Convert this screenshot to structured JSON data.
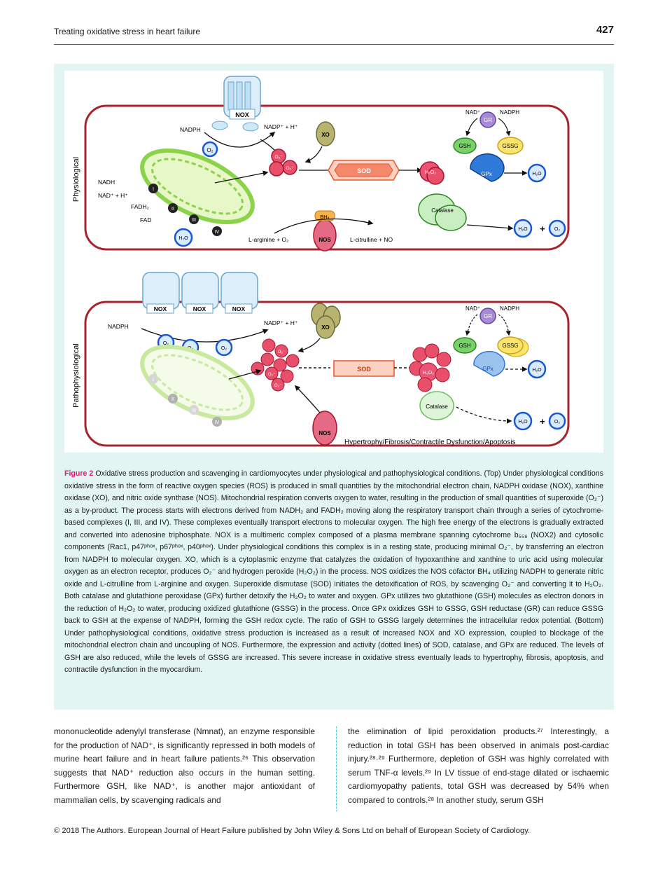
{
  "header": {
    "running_title": "Treating oxidative stress in heart failure",
    "page_number": "427"
  },
  "figure": {
    "top": {
      "side_label": "Physiological",
      "nox": "NOX",
      "nadph_left": "NADPH",
      "nadp_h": "NADP⁺ + H⁺",
      "o2": "O₂",
      "o2_minus": "O₂⁻",
      "xo": "XO",
      "sod": "SOD",
      "h2o2": "H₂O₂",
      "nadh": "NADH",
      "nad_h": "NAD⁺ + H⁺",
      "fadh2": "FADH₂",
      "fad": "FAD",
      "h2o": "H₂O",
      "complexes": [
        "I",
        "II",
        "III",
        "IV"
      ],
      "bh4": "BH₄",
      "nos": "NOS",
      "l_arginine": "L-arginine + O₂",
      "l_citrulline": "L-citrulline + NO",
      "nad_plus": "NAD⁺",
      "nadph_right": "NADPH",
      "gr": "GR",
      "gsh": "GSH",
      "gssg": "GSSG",
      "gpx": "GPx",
      "catalase": "Catalase",
      "plus": "+"
    },
    "bottom": {
      "side_label": "Pathophysiological",
      "nox": "NOX",
      "nadph_left": "NADPH",
      "nadp_h": "NADP⁺ + H⁺",
      "xo": "XO",
      "sod": "SOD",
      "h2o2": "H₂O₂",
      "nos": "NOS",
      "nad_plus": "NAD⁺",
      "nadph_right": "NADPH",
      "gr": "GR",
      "gsh": "GSH",
      "gssg": "GSSG",
      "gpx": "GPx",
      "catalase": "Catalase",
      "h2o": "H₂O",
      "o2": "O₂",
      "outcome": "Hypertrophy/Fibrosis/Contractile Dysfunction/Apoptosis"
    }
  },
  "caption": {
    "label": "Figure 2",
    "text": "Oxidative stress production and scavenging in cardiomyocytes under physiological and pathophysiological conditions. (Top) Under physiological conditions oxidative stress in the form of reactive oxygen species (ROS) is produced in small quantities by the mitochondrial electron chain, NADPH oxidase (NOX), xanthine oxidase (XO), and nitric oxide synthase (NOS). Mitochondrial respiration converts oxygen to water, resulting in the production of small quantities of superoxide (O₂⁻) as a by-product. The process starts with electrons derived from NADH₂ and FADH₂ moving along the respiratory transport chain through a series of cytochrome-based complexes (I, III, and IV). These complexes eventually transport electrons to molecular oxygen. The high free energy of the electrons is gradually extracted and converted into adenosine triphosphate. NOX is a multimeric complex composed of a plasma membrane spanning cytochrome b₅₅₈ (NOX2) and cytosolic components (Rac1, p47ᵖʰᵒˣ, p67ᵖʰᵒˣ, p40ᵖʰᵒˣ). Under physiological conditions this complex is in a resting state, producing minimal O₂⁻, by transferring an electron from NADPH to molecular oxygen. XO, which is a cytoplasmic enzyme that catalyzes the oxidation of hypoxanthine and xanthine to uric acid using molecular oxygen as an electron receptor, produces O₂⁻ and hydrogen peroxide (H₂O₂) in the process. NOS oxidizes the NOS cofactor BH₄ utilizing NADPH to generate nitric oxide and L-citrulline from L-arginine and oxygen. Superoxide dismutase (SOD) initiates the detoxification of ROS, by scavenging O₂⁻ and converting it to H₂O₂. Both catalase and glutathione peroxidase (GPx) further detoxify the H₂O₂ to water and oxygen. GPx utilizes two glutathione (GSH) molecules as electron donors in the reduction of H₂O₂ to water, producing oxidized glutathione (GSSG) in the process. Once GPx oxidizes GSH to GSSG, GSH reductase (GR) can reduce GSSG back to GSH at the expense of NADPH, forming the GSH redox cycle. The ratio of GSH to GSSG largely determines the intracellular redox potential. (Bottom) Under pathophysiological conditions, oxidative stress production is increased as a result of increased NOX and XO expression, coupled to blockage of the mitochondrial electron chain and uncoupling of NOS. Furthermore, the expression and activity (dotted lines) of SOD, catalase, and GPx are reduced. The levels of GSH are also reduced, while the levels of GSSG are increased. This severe increase in oxidative stress eventually leads to hypertrophy, fibrosis, apoptosis, and contractile dysfunction in the myocardium."
  },
  "body": {
    "left_column": "mononucleotide adenylyl transferase (Nmnat), an enzyme responsible for the production of NAD⁺, is significantly repressed in both models of murine heart failure and in heart failure patients.²⁶ This observation suggests that NAD⁺ reduction also occurs in the human setting. Furthermore GSH, like NAD⁺, is another major antioxidant of mammalian cells, by scavenging radicals and",
    "right_column": "the elimination of lipid peroxidation products.²⁷ Interestingly, a reduction in total GSH has been observed in animals post-cardiac injury.²⁸·²⁹ Furthermore, depletion of GSH was highly correlated with serum TNF-α levels.²⁹ In LV tissue of end-stage dilated or ischaemic cardiomyopathy patients, total GSH was decreased by 54% when compared to controls.²⁸ In another study, serum GSH"
  },
  "footer": {
    "text": "© 2018 The Authors. European Journal of Heart Failure published by John Wiley & Sons Ltd on behalf of European Society of Cardiology."
  }
}
